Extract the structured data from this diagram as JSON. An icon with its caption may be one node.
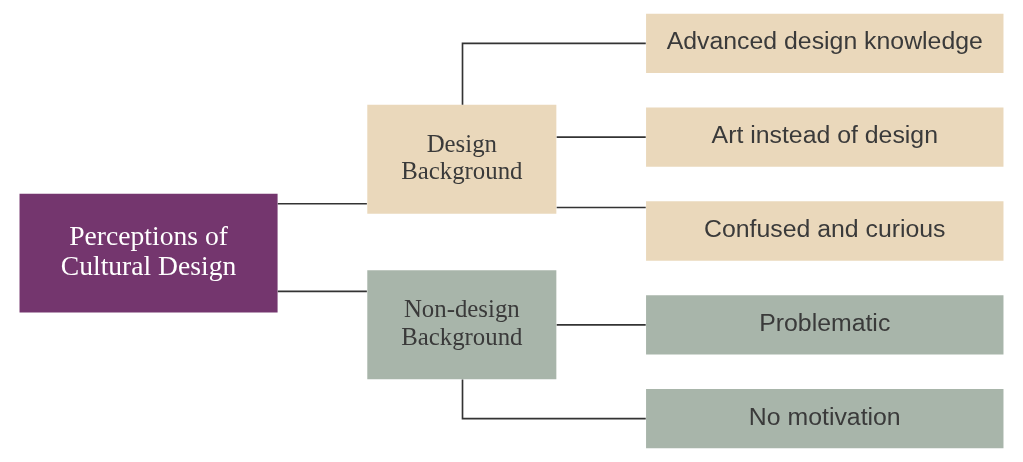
{
  "diagram": {
    "nodes": [
      {
        "text": [
          "Perceptions of Cultural Design"
        ]
      },
      {
        "text": [
          "Design Background"
        ]
      },
      {
        "text": [
          "Advanced design knowledge"
        ]
      },
      {
        "text": [
          "Art instead of design"
        ]
      },
      {
        "text": [
          "Confused and curious"
        ]
      },
      {
        "text": [
          "Non-design Background"
        ]
      },
      {
        "text": [
          "Problematic"
        ]
      },
      {
        "text": [
          "No motivation"
        ]
      }
    ],
    "edges": [
      {
        "from": 0,
        "to": 1,
        "arrow": "none"
      },
      {
        "from": 0,
        "to": 5,
        "arrow": "none"
      },
      {
        "from": 1,
        "to": 2,
        "arrow": "none"
      },
      {
        "from": 1,
        "to": 3,
        "arrow": "none"
      },
      {
        "from": 1,
        "to": 4,
        "arrow": "none"
      },
      {
        "from": 5,
        "to": 6,
        "arrow": "none"
      },
      {
        "from": 5,
        "to": 7,
        "arrow": "none"
      }
    ]
  }
}
